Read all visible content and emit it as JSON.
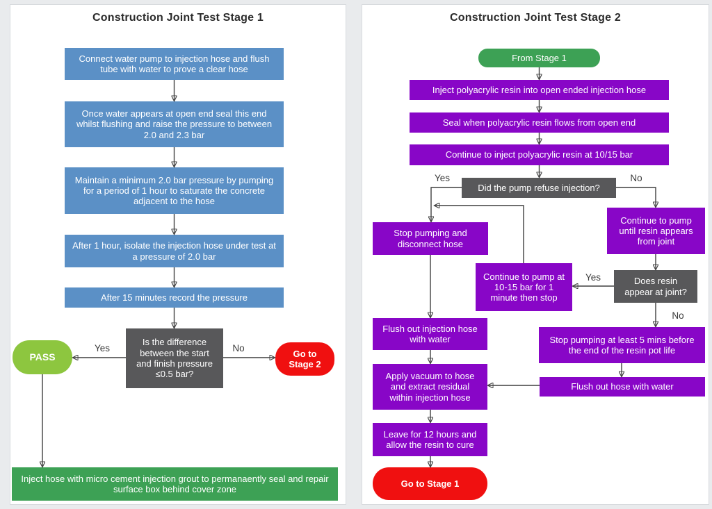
{
  "colors": {
    "background": "#e9ebed",
    "panel": "#ffffff",
    "step_blue": "#5b90c6",
    "step_purple": "#8806c7",
    "decision_gray": "#58585a",
    "green": "#3da155",
    "pass_green": "#8dc63f",
    "red": "#f01010",
    "arrow": "#3f3f3f"
  },
  "stage1": {
    "title": "Construction Joint Test Stage 1",
    "steps": [
      "Connect water pump to injection hose and flush tube with water to prove a clear hose",
      "Once water appears at open end seal this end whilst flushing and raise the pressure to between 2.0 and 2.3 bar",
      "Maintain a minimum 2.0 bar pressure by pumping for a period of 1 hour to saturate the concrete adjacent to the hose",
      "After 1 hour, isolate the injection hose under test at a pressure of 2.0 bar",
      "After 15 minutes record the pressure"
    ],
    "decision": "Is the difference between the start and finish pressure ≤0.5 bar?",
    "yes_label": "Yes",
    "no_label": "No",
    "pass_label": "PASS",
    "goto_stage2_label": "Go to Stage 2",
    "final_step": "Inject hose with micro cement injection grout to permanaently seal and repair surface box behind cover zone"
  },
  "stage2": {
    "title": "Construction Joint Test Stage 2",
    "from_stage1_label": "From Stage 1",
    "steps": [
      "Inject polyacrylic resin into open ended injection hose",
      "Seal when polyacrylic resin flows from open end",
      "Continue to inject polyacrylic resin at 10/15 bar"
    ],
    "decision_pump": "Did the pump refuse injection?",
    "yes_label": "Yes",
    "no_label": "No",
    "stop_pumping_disconnect": "Stop pumping and disconnect hose",
    "continue_until_resin": "Continue to pump until resin appears from joint",
    "decision_resin": "Does resin appear at joint?",
    "continue_10_15": "Continue to pump at 10-15 bar for 1 minute then stop",
    "stop_5_mins": "Stop pumping at least 5 mins before the end of the resin pot life",
    "flush_hose_water": "Flush out hose with water",
    "flush_injection_hose": "Flush out injection hose with water",
    "apply_vacuum": "Apply vacuum to hose and extract residual within injection hose",
    "leave_12_hours": "Leave for 12 hours and allow the resin to cure",
    "goto_stage1_label": "Go to Stage 1"
  }
}
